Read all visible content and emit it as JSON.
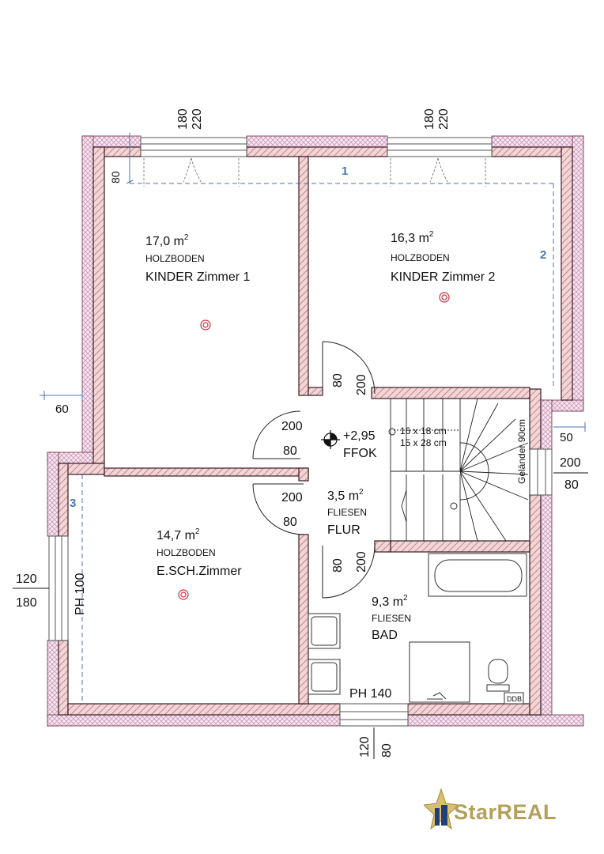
{
  "rooms": {
    "kinder1": {
      "area": "17,0 m",
      "floor": "HOLZBODEN",
      "name": "KINDER Zimmer 1"
    },
    "kinder2": {
      "area": "16,3 m",
      "floor": "HOLZBODEN",
      "name": "KINDER Zimmer 2"
    },
    "esch": {
      "area": "14,7 m",
      "floor": "HOLZBODEN",
      "name": "E.SCH.Zimmer"
    },
    "flur": {
      "area": "3,5 m",
      "floor": "FLIESEN",
      "name": "FLUR"
    },
    "bad": {
      "area": "9,3 m",
      "floor": "FLIESEN",
      "name": "BAD"
    }
  },
  "area_unit_sup": "2",
  "level": {
    "value": "+2,95",
    "label": "FFOK"
  },
  "stairs": {
    "line1": "16 x 18 cm",
    "line2": "15 x 28 cm",
    "rail": "Geländer 90cm"
  },
  "ddb": "DDB",
  "dims": {
    "top_left_a": "180",
    "top_left_b": "220",
    "top_right_a": "180",
    "top_right_b": "220",
    "left_80": "80",
    "left_60": "60",
    "right_50": "50",
    "right_win_a": "200",
    "right_win_b": "80",
    "left_win_a": "120",
    "left_win_b": "180",
    "bottom_a": "120",
    "bottom_b": "80",
    "door_top_a": "80",
    "door_top_b": "200",
    "door_l1_a": "200",
    "door_l1_b": "80",
    "door_l2_a": "200",
    "door_l2_b": "80",
    "door_bot_a": "80",
    "door_bot_b": "200",
    "ph_left": "PH 100",
    "ph_bottom": "PH 140"
  },
  "markers": {
    "m1": "1",
    "m2": "2",
    "m3": "3"
  },
  "logo": {
    "text": "StarREAL"
  }
}
